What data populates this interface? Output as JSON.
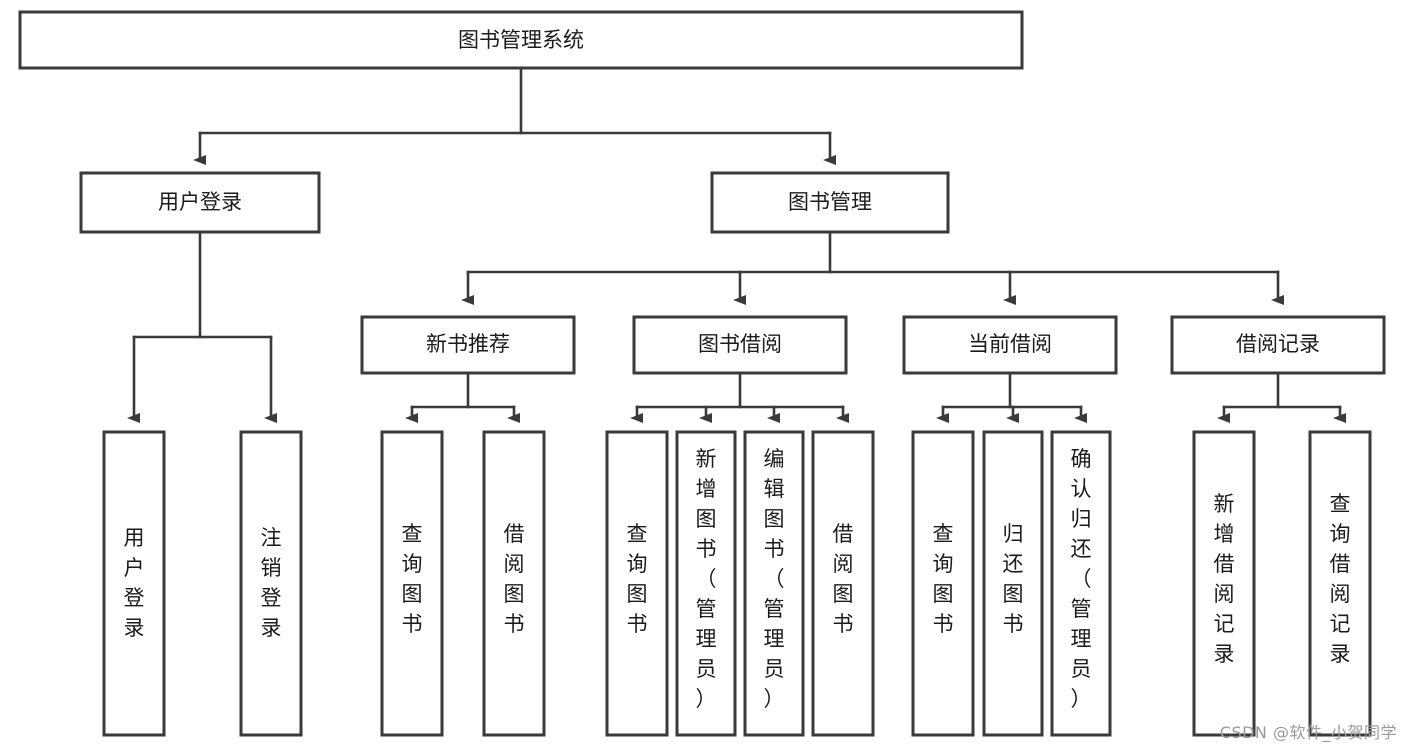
{
  "diagram": {
    "title_node": {
      "label": "图书管理系统"
    },
    "colors": {
      "background": "#ffffff",
      "box_fill": "#ffffff",
      "box_stroke": "#3a3a3a",
      "text": "#1b1b1b",
      "watermark": "#9a9a9a"
    },
    "level1": [
      {
        "id": "user-login",
        "label": "用户登录"
      },
      {
        "id": "book-management",
        "label": "图书管理"
      }
    ],
    "level2": [
      {
        "id": "new-book-recommend",
        "label": "新书推荐"
      },
      {
        "id": "book-borrow",
        "label": "图书借阅"
      },
      {
        "id": "current-borrow",
        "label": "当前借阅"
      },
      {
        "id": "borrow-record",
        "label": "借阅记录"
      }
    ],
    "leaves": {
      "user_login": [
        {
          "id": "leaf-user-login",
          "label": "用户登录"
        },
        {
          "id": "leaf-logout-login",
          "label": "注销登录"
        }
      ],
      "new_book_recommend": [
        {
          "id": "leaf-query-book-1",
          "label": "查询图书"
        },
        {
          "id": "leaf-borrow-book-1",
          "label": "借阅图书"
        }
      ],
      "book_borrow": [
        {
          "id": "leaf-query-book-2",
          "label": "查询图书"
        },
        {
          "id": "leaf-add-book",
          "label": "新增图书（管理员）"
        },
        {
          "id": "leaf-edit-book",
          "label": "编辑图书（管理员）"
        },
        {
          "id": "leaf-borrow-book-2",
          "label": "借阅图书"
        }
      ],
      "current_borrow": [
        {
          "id": "leaf-query-book-3",
          "label": "查询图书"
        },
        {
          "id": "leaf-return-book",
          "label": "归还图书"
        },
        {
          "id": "leaf-confirm-return",
          "label": "确认归还（管理员）"
        }
      ],
      "borrow_record": [
        {
          "id": "leaf-add-record",
          "label": "新增借阅记录"
        },
        {
          "id": "leaf-query-record",
          "label": "查询借阅记录"
        }
      ]
    }
  },
  "watermark": {
    "text": "CSDN @软件_小贺同学"
  }
}
